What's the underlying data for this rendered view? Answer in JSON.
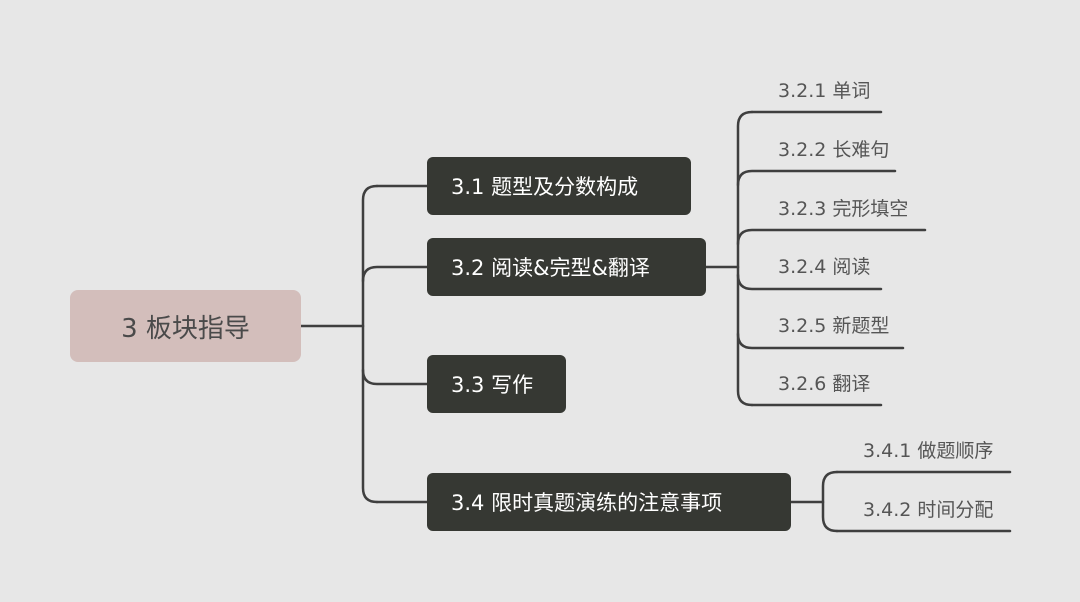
{
  "diagram": {
    "root": {
      "label": "3 板块指导"
    },
    "branches": [
      {
        "label": "3.1 题型及分数构成"
      },
      {
        "label": "3.2 阅读&完型&翻译",
        "children": [
          {
            "label": "3.2.1 单词"
          },
          {
            "label": "3.2.2 长难句"
          },
          {
            "label": "3.2.3 完形填空"
          },
          {
            "label": "3.2.4 阅读"
          },
          {
            "label": "3.2.5 新题型"
          },
          {
            "label": "3.2.6 翻译"
          }
        ]
      },
      {
        "label": "3.3 写作"
      },
      {
        "label": "3.4 限时真题演练的注意事项",
        "children": [
          {
            "label": "3.4.1 做题顺序"
          },
          {
            "label": "3.4.2 时间分配"
          }
        ]
      }
    ],
    "colors": {
      "background": "#e7e7e7",
      "root_fill": "#d3bebb",
      "branch_fill": "#363833",
      "connector": "#3f3f3f"
    }
  }
}
